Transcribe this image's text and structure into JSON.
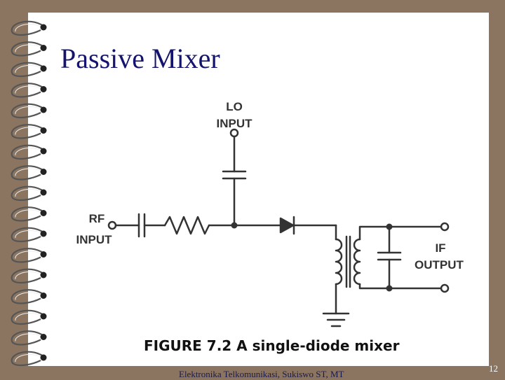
{
  "slide": {
    "title": "Passive Mixer",
    "caption": "FIGURE 7.2 A single-diode mixer",
    "footer": "Elektronika Telkomunikasi, Sukiswo ST, MT",
    "page_number": "12"
  },
  "diagram": {
    "labels": {
      "lo_line1": "LO",
      "lo_line2": "INPUT",
      "rf_line1": "RF",
      "rf_line2": "INPUT",
      "if_line1": "IF",
      "if_line2": "OUTPUT"
    },
    "icons": [
      "spiral-binding-icon",
      "capacitor-icon",
      "resistor-icon",
      "diode-icon",
      "transformer-icon",
      "ground-icon",
      "terminal-icon",
      "junction-dot-icon"
    ]
  },
  "colors": {
    "background": "#8b7560",
    "slide": "#ffffff",
    "title": "#14146e",
    "wire": "#333333",
    "ring": "#555555"
  }
}
